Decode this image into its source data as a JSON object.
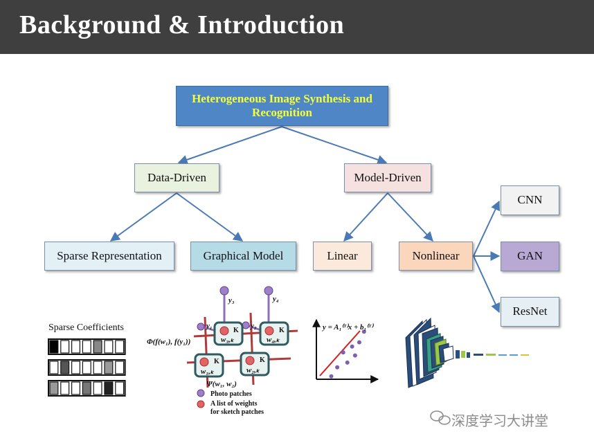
{
  "header": {
    "title": "Background & Introduction"
  },
  "tree": {
    "root": "Heterogeneous Image Synthesis and Recognition",
    "data_driven": "Data-Driven",
    "model_driven": "Model-Driven",
    "sparse": "Sparse Representation",
    "graphical": "Graphical Model",
    "linear": "Linear",
    "nonlinear": "Nonlinear",
    "cnn": "CNN",
    "gan": "GAN",
    "resnet": "ResNet"
  },
  "sparse_panel": {
    "label": "Sparse Coefficients",
    "rows": [
      [
        "#000000",
        "#ffffff",
        "#ffffff",
        "#ffffff",
        "#888888",
        "#ffffff",
        "#ffffff"
      ],
      [
        "#ffffff",
        "#555555",
        "#ffffff",
        "#ffffff",
        "#ffffff",
        "#9a9a9a",
        "#ffffff"
      ],
      [
        "#999999",
        "#ffffff",
        "#ffffff",
        "#777777",
        "#ffffff",
        "#222222",
        "#ffffff"
      ]
    ]
  },
  "graphical_panel": {
    "y1": "y₁",
    "y2": "y₂",
    "y3": "y₃",
    "y4": "y₄",
    "k": "K",
    "w1": "w₁,ₖ",
    "w2": "w₂,ₖ",
    "w3": "w₃,ₖ",
    "w4": "w₄,ₖ",
    "phi": "Φ(f(w₁), f(y₁))",
    "psi": "Ψ(w₁, w₂)",
    "legend_photo": "Photo patches",
    "legend_weights_line1": "A list of weights",
    "legend_weights_line2": "for sketch patches"
  },
  "linear_panel": {
    "equation": "y = A₁⁽ᵀ⁾x + b₁⁽ᵀ⁾",
    "points": [
      [
        0.35,
        0.8
      ],
      [
        0.45,
        0.55
      ],
      [
        0.52,
        0.72
      ],
      [
        0.6,
        0.45
      ],
      [
        0.72,
        0.38
      ],
      [
        0.8,
        0.2
      ],
      [
        0.25,
        0.95
      ],
      [
        0.65,
        0.6
      ]
    ]
  },
  "colors": {
    "header_bg": "#3f3f3f",
    "arrow": "#4a7ab6",
    "root_bg": "#4f86c6",
    "root_text": "#f4ff3a"
  },
  "watermark": "深度学习大讲堂"
}
